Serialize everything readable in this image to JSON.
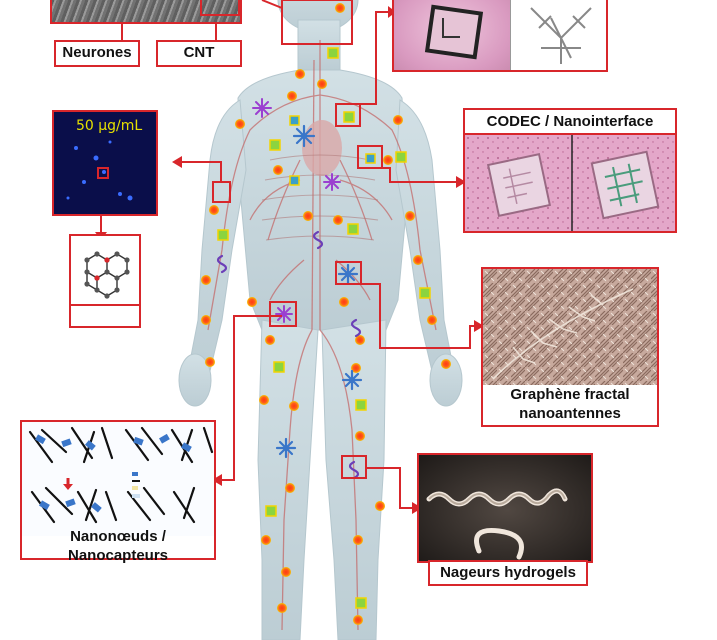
{
  "labels": {
    "neurones": "Neurones",
    "cnt": "CNT",
    "codec": "CODEC / Nanointerface",
    "graphene_line1": "Graphène fractal",
    "graphene_line2": "nanoantennes",
    "nanonoeuds": "Nanonœuds / Nanocapteurs",
    "nageurs": "Nageurs hydrogels",
    "concentration": "50 µg/mL"
  },
  "colors": {
    "accent_red": "#d8262b",
    "body_fill": "#c9d8de",
    "vessel_red": "#c46a6a",
    "dot_red": "#e63a1e",
    "dot_yellow": "#f5c400",
    "square_green": "#7fd23a",
    "star_blue": "#3a76c9",
    "star_purple": "#9b3fd0"
  },
  "icons": [
    "cnt-network-icon",
    "graphene-molecule-icon",
    "star-nanoparticle-icon",
    "squiggle-swimmer-icon",
    "green-square-marker-icon",
    "blue-square-marker-icon"
  ]
}
